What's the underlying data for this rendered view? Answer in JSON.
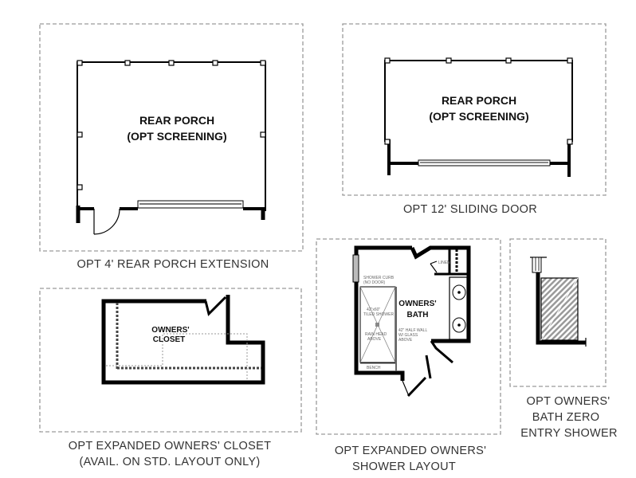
{
  "panels": {
    "porch_extension": {
      "room_line1": "REAR PORCH",
      "room_line2": "(OPT SCREENING)",
      "caption": "OPT 4' REAR PORCH EXTENSION"
    },
    "sliding_door": {
      "room_line1": "REAR PORCH",
      "room_line2": "(OPT SCREENING)",
      "caption": "OPT 12' SLIDING DOOR"
    },
    "expanded_closet": {
      "room_line1": "OWNERS'",
      "room_line2": "CLOSET",
      "caption_line1": "OPT EXPANDED OWNERS' CLOSET",
      "caption_line2": "(AVAIL. ON STD. LAYOUT ONLY)"
    },
    "shower_layout": {
      "room_line1": "OWNERS'",
      "room_line2": "BATH",
      "notes": {
        "curb1": "SHOWER CURB",
        "curb2": "(NO DOOR)",
        "shower1": "42\"x60\"",
        "shower2": "TILED SHOWER",
        "rain1": "RAIN HEAD",
        "rain2": "ABOVE",
        "bench": "BENCH",
        "half1": "42\" HALF WALL",
        "half2": "W/ GLASS",
        "half3": "ABOVE",
        "linen": "LINEN"
      },
      "caption_line1": "OPT EXPANDED OWNERS'",
      "caption_line2": "SHOWER LAYOUT"
    },
    "zero_entry": {
      "caption_line1": "OPT OWNERS'",
      "caption_line2": "BATH ZERO",
      "caption_line3": "ENTRY SHOWER"
    }
  }
}
